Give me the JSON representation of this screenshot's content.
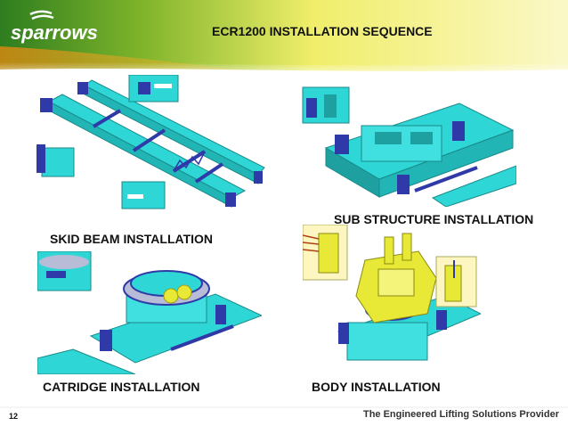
{
  "brand": {
    "name": "sparrows"
  },
  "slide": {
    "title": "ECR1200 INSTALLATION SEQUENCE",
    "number": "12"
  },
  "captions": {
    "skid_beam": "SKID BEAM INSTALLATION",
    "sub_structure": "SUB STRUCTURE INSTALLATION",
    "catridge": "CATRIDGE INSTALLATION",
    "body": "BODY INSTALLATION"
  },
  "footer": {
    "tagline": "The Engineered Lifting Solutions Provider"
  },
  "colors": {
    "cyan": "#2fd6d6",
    "blue": "#2f3aa8",
    "yellow": "#e8e836",
    "green": "#4a9b2a",
    "orange": "#e8a21a"
  }
}
